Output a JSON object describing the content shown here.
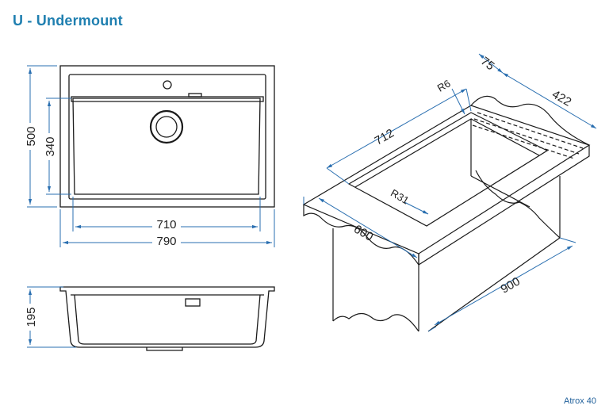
{
  "title": "U - Undermount",
  "model_label": "Atrox 40",
  "colors": {
    "dimension": "#2a6fb0",
    "outline": "#1a1a1a",
    "title": "#1f7fb0"
  },
  "top_view": {
    "outer_width": "790",
    "inner_width": "710",
    "outer_height": "500",
    "inner_height": "340"
  },
  "side_view": {
    "depth": "195"
  },
  "iso_view": {
    "offset_back": "75",
    "depth_dim": "422",
    "bowl_length": "712",
    "corner_radius_small": "R6",
    "corner_radius_large": "R31",
    "cabinet_width": "600",
    "cabinet_length": "900"
  }
}
